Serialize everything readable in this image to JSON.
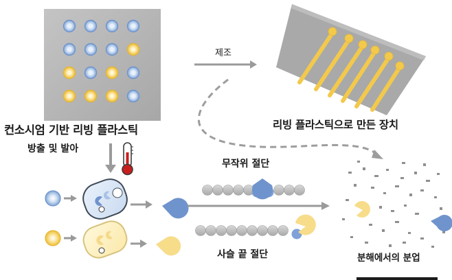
{
  "labels": {
    "consortium_plastic": "컨소시엄 기반 리빙 플라스틱",
    "release_germination": "방출 및 발아",
    "fabrication": "제조",
    "living_plastic_device": "리빙 플라스틱으로 만든 장치",
    "random_scission": "무작위 절단",
    "chain_end_scission": "사슬 끝 절단",
    "degradation_products": "분해에서의 분업"
  },
  "colors": {
    "blue_spore": "#8fb2dc",
    "blue_spore_core": "#e9f1fb",
    "yellow_spore": "#f2c84b",
    "yellow_spore_core": "#fff7d6",
    "plastic_sheet": "#b5b5b5",
    "arrow_gray": "#9a9a9a",
    "enzyme_blue": "#6f93cc",
    "enzyme_yellow": "#f7dc8a",
    "polymer_bead": "#c2c2c2",
    "thermometer_red": "#c81e1e"
  },
  "icons": {
    "thermometer": "thermometer-icon",
    "enzyme": "pacman-enzyme-icon"
  },
  "spore_grid": [
    [
      "blue",
      "blue",
      "blue",
      "blue"
    ],
    [
      "blue",
      "blue",
      "blue",
      "yellow"
    ],
    [
      "yellow",
      "blue",
      "yellow",
      "blue"
    ],
    [
      "yellow",
      "yellow",
      "yellow",
      "blue"
    ]
  ]
}
